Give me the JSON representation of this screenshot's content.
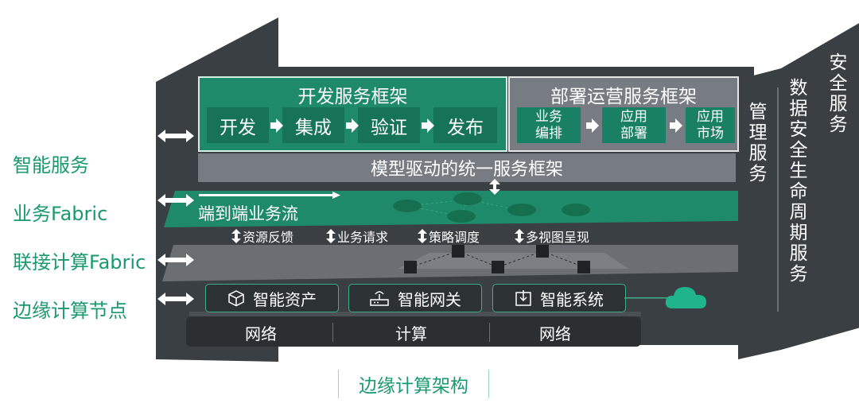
{
  "left_labels": {
    "intelligent_service": "智能服务",
    "business_fabric": "业务Fabric",
    "connected_compute_fabric": "联接计算Fabric",
    "edge_node": "边缘计算节点"
  },
  "dev_framework": {
    "title": "开发服务框架",
    "steps": [
      "开发",
      "集成",
      "验证",
      "发布"
    ]
  },
  "ops_framework": {
    "title": "部署运营服务框架",
    "steps": [
      "业务\n编排",
      "应用\n部署",
      "应用\n市场"
    ]
  },
  "model_framework": "模型驱动的统一服务框架",
  "business_flow": "端到端业务流",
  "interfaces": [
    "资源反馈",
    "业务请求",
    "策略调度",
    "多视图呈现"
  ],
  "edge_items": [
    {
      "label": "智能资产",
      "icon": "cube-icon"
    },
    {
      "label": "智能网关",
      "icon": "router-icon"
    },
    {
      "label": "智能系统",
      "icon": "download-box-icon"
    }
  ],
  "bottom_items": [
    "网络",
    "计算",
    "网络"
  ],
  "side_panels": {
    "management": "管理服务",
    "data_security": "数据安全生命周期服务",
    "security": "安全服务"
  },
  "caption": "边缘计算架构",
  "colors": {
    "green": "#1f8a69",
    "dark": "#3a3f44",
    "gray": "#777c82",
    "label_green": "#1a9a6c"
  }
}
